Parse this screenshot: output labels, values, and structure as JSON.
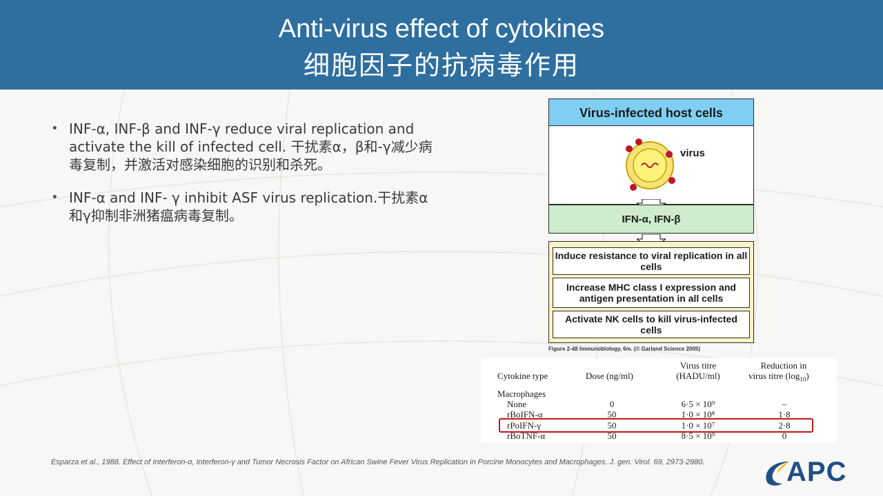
{
  "header": {
    "title_en": "Anti-virus effect of cytokines",
    "title_zh": "细胞因子的抗病毒作用"
  },
  "bullets": [
    "INF-α, INF-β and INF-γ reduce viral replication and activate the kill of infected cell. 干扰素α，β和-γ减少病毒复制，并激活对感染细胞的识别和杀死。",
    "INF-α and INF- γ inhibit ASF virus replication.干扰素α和γ抑制非洲猪瘟病毒复制。"
  ],
  "figure": {
    "top_title": "Virus-infected host cells",
    "virus_label": "virus",
    "ifn_label": "IFN-α, IFN-β",
    "effects": [
      "Induce resistance to viral replication in all cells",
      "Increase MHC class I expression and antigen presentation in all cells",
      "Activate NK cells to kill virus-infected cells"
    ],
    "caption": "Figure 2-48 Immunobiology, 6/e. (© Garland Science 2005)"
  },
  "table": {
    "headers": {
      "cytokine": "Cytokine type",
      "dose": "Dose (ng/ml)",
      "titre_1": "Virus titre",
      "titre_2": "(HADU/ml)",
      "reduction_1": "Reduction in",
      "reduction_2": "virus titre (log",
      "reduction_sub": "10",
      "reduction_end": ")"
    },
    "group_label": "Macrophages",
    "rows": [
      {
        "cytokine": "None",
        "dose": "0",
        "titre": "6·5 × 10⁹",
        "reduction": "–"
      },
      {
        "cytokine": "rBoIFN-α",
        "dose": "50",
        "titre": "1·0 × 10⁸",
        "reduction": "1·8"
      },
      {
        "cytokine": "rPoIFN-γ",
        "dose": "50",
        "titre": "1·0 × 10⁷",
        "reduction": "2·8",
        "highlighted": true
      },
      {
        "cytokine": "rBoTNF-α",
        "dose": "50",
        "titre": "8·5 × 10⁹",
        "reduction": "0"
      }
    ]
  },
  "citation": "Esparza et al., 1988. Effect of Interferon-α, Interferon-γ and Tumor Necrosis Factor on African Swine Fever Virus Replication in Porcine Monocytes and Macrophages. J. gen. Virol. 69, 2973-2980.",
  "logo": {
    "text": "APC"
  },
  "colors": {
    "header_bg": "#2e6fa0",
    "figure_title_bg": "#7fcff2",
    "ifn_bg": "#cfeccf",
    "effects_bg": "#fbf3c5",
    "highlight": "#c01818",
    "logo": "#1f4f86"
  }
}
